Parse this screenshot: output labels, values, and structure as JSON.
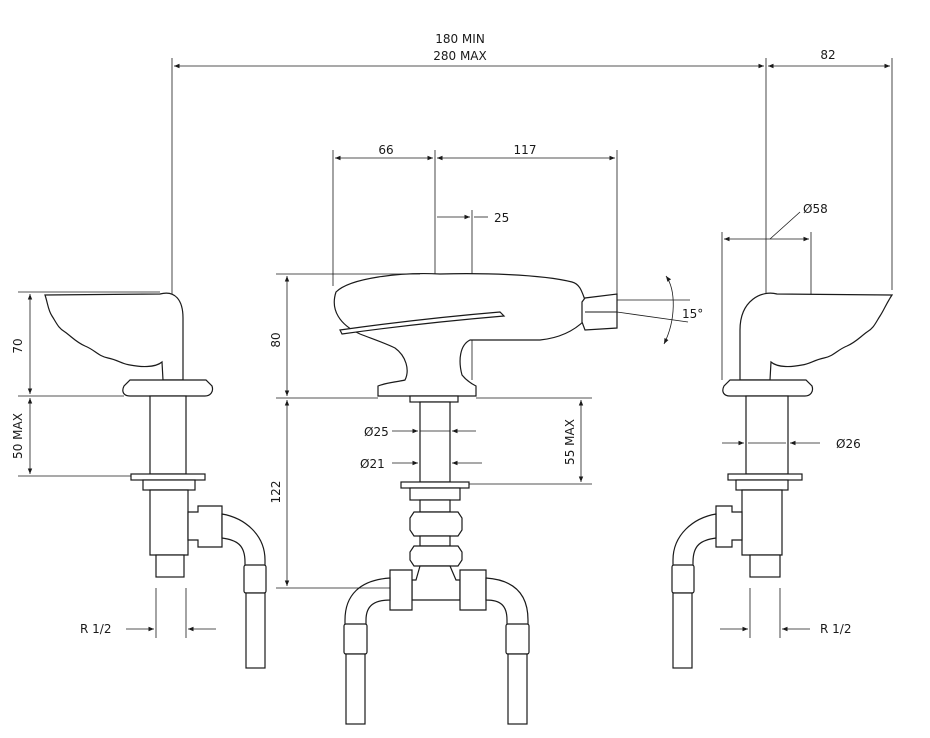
{
  "dimensions": {
    "spread_min": "180 MIN",
    "spread_max": "280 MAX",
    "right_offset": "82",
    "spout_back": "66",
    "spout_reach": "117",
    "spout_offset": "25",
    "handle_diameter": "Ø58",
    "handle_height": "70",
    "handle_deck_left": "50 MAX",
    "spout_height": "80",
    "spout_tilt": "15°",
    "spout_shank_outer": "Ø25",
    "spout_shank_inner": "Ø21",
    "spout_deck": "55 MAX",
    "spout_below": "122",
    "handle_shank": "Ø26",
    "thread_left": "R 1/2",
    "thread_right": "R 1/2"
  }
}
